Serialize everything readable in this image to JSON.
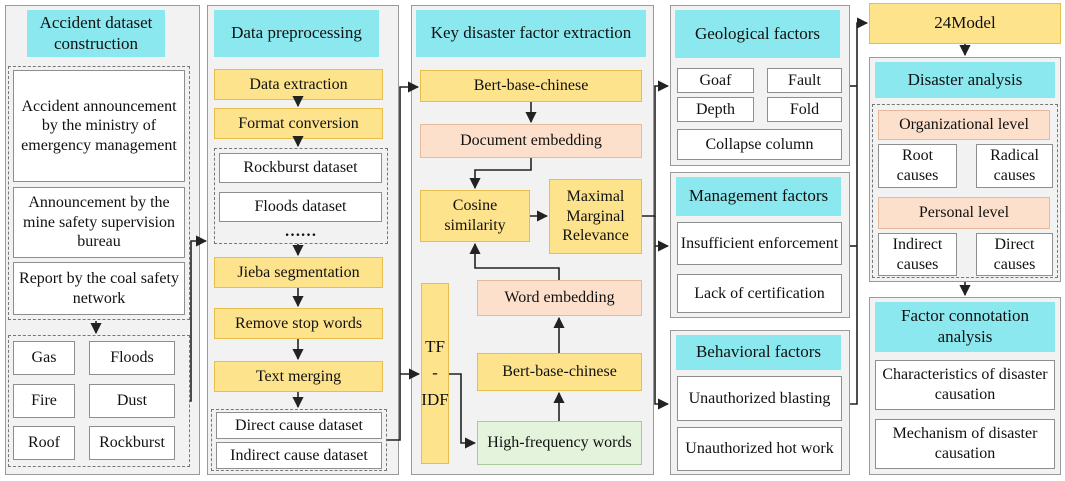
{
  "col1": {
    "title": "Accident dataset construction",
    "sources": [
      "Accident announcement by the ministry of emergency management",
      "Announcement by the mine safety supervision bureau",
      "Report by the coal safety network"
    ],
    "types": [
      "Gas",
      "Floods",
      "Fire",
      "Dust",
      "Roof",
      "Rockburst"
    ]
  },
  "col2": {
    "title": "Data preprocessing",
    "steps": [
      "Data extraction",
      "Format conversion"
    ],
    "datasets": [
      "Rockburst dataset",
      "Floods dataset"
    ],
    "ellipsis": "……",
    "steps2": [
      "Jieba segmentation",
      "Remove stop words",
      "Text merging"
    ],
    "outputs": [
      "Direct cause dataset",
      "Indirect cause dataset"
    ]
  },
  "col3": {
    "title": "Key disaster factor extraction",
    "bert_top": "Bert-base-chinese",
    "doc_embedding": "Document embedding",
    "cosine": "Cosine similarity",
    "mmr": "Maximal Marginal Relevance",
    "tfidf": [
      "TF",
      "-",
      "IDF"
    ],
    "word_embedding": "Word embedding",
    "bert_bottom": "Bert-base-chinese",
    "high_freq": "High-frequency words"
  },
  "col4": {
    "geological": {
      "title": "Geological factors",
      "items": [
        "Goaf",
        "Fault",
        "Depth",
        "Fold",
        "Collapse column"
      ]
    },
    "management": {
      "title": "Management factors",
      "items": [
        "Insufficient enforcement",
        "Lack of certification"
      ]
    },
    "behavioral": {
      "title": "Behavioral factors",
      "items": [
        "Unauthorized blasting",
        "Unauthorized hot work"
      ]
    }
  },
  "col5": {
    "model": "24Model",
    "disaster_analysis": "Disaster analysis",
    "org_level": "Organizational level",
    "org_items": [
      "Root causes",
      "Radical causes"
    ],
    "personal_level": "Personal level",
    "personal_items": [
      "Indirect causes",
      "Direct causes"
    ],
    "factor_title": "Factor connotation analysis",
    "factor_items": [
      "Characteristics of disaster causation",
      "Mechanism of disaster causation"
    ]
  },
  "colors": {
    "cyan": "#8be8ee",
    "yellow": "#fde38c",
    "peach": "#fde0cb",
    "green": "#e4f3dc",
    "panel": "#f2f2f2"
  }
}
